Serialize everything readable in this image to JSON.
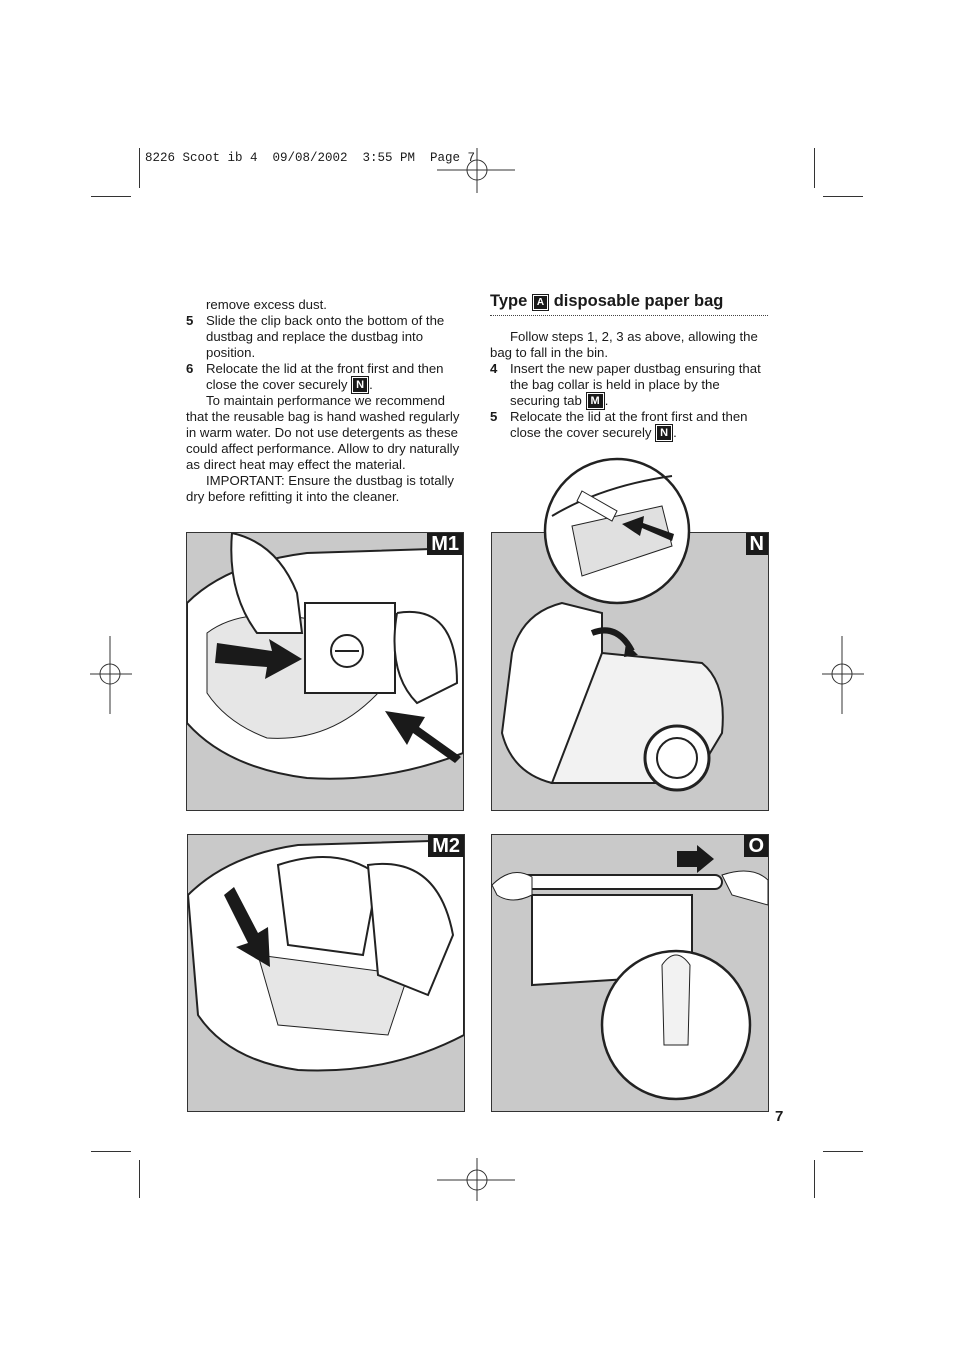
{
  "header": {
    "slug": "8226 Scoot ib 4  09/08/2002  3:55 PM  Page 7"
  },
  "left_column": {
    "continuation": "remove excess dust.",
    "steps": [
      {
        "number": "5",
        "text": "Slide the clip back onto the bottom of the dustbag and replace the dustbag into position."
      },
      {
        "number": "6",
        "text_before": "Relocate the lid at the front first and then close the cover securely",
        "badge": "N",
        "text_after": "."
      }
    ],
    "paragraphs": [
      "To maintain performance we recommend that the reusable bag is hand washed regularly in warm water. Do not use detergents as these could affect performance. Allow to dry naturally as direct heat may effect the material.",
      "IMPORTANT: Ensure the dustbag is totally dry before refitting it into the cleaner."
    ]
  },
  "right_column": {
    "heading_before": "Type",
    "heading_badge": "A",
    "heading_after": "disposable paper bag",
    "intro": "Follow steps 1, 2, 3 as above, allowing the bag to fall in the bin.",
    "steps": [
      {
        "number": "4",
        "text_before": "Insert the new paper dustbag ensuring that the bag collar is held in place by the securing tab",
        "badge": "M",
        "text_after": "."
      },
      {
        "number": "5",
        "text_before": "Relocate the lid at the front first and then close the cover securely",
        "badge": "N",
        "text_after": "."
      }
    ]
  },
  "figures": [
    {
      "label": "M1"
    },
    {
      "label": "N"
    },
    {
      "label": "M2"
    },
    {
      "label": "O"
    }
  ],
  "page_number": "7",
  "colors": {
    "panel_fill": "#c9c9c9",
    "ink": "#1a1a1a"
  }
}
